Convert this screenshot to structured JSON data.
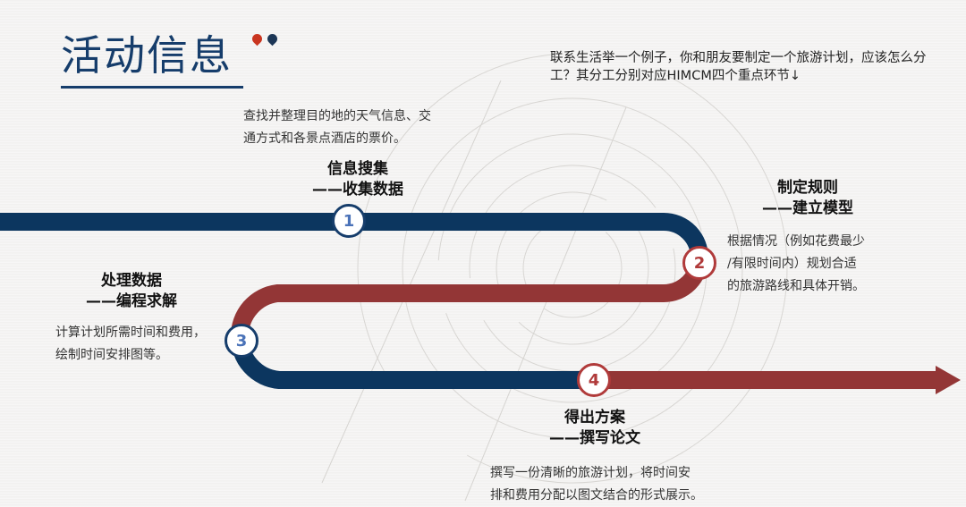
{
  "header": {
    "title": "活动信息",
    "intro": "联系生活举一个例子，你和朋友要制定一个旅游计划，应该怎么分工？其分工分别对应HIMCM四个重点环节↓"
  },
  "colors": {
    "navy": "#0c365f",
    "red": "#933636",
    "title": "#163d6b",
    "dot_red": "#c9351f",
    "dot_navy": "#1c3656"
  },
  "steps": [
    {
      "number": "1",
      "title_line1": "信息搜集",
      "title_line2": "——收集数据",
      "description": "查找并整理目的地的天气信息、交通方式和各景点酒店的票价。"
    },
    {
      "number": "2",
      "title_line1": "制定规则",
      "title_line2": "——建立模型",
      "description_lines": [
        "根据情况（例如花费最少",
        "/有限时间内）规划合适",
        "的旅游路线和具体开销。"
      ]
    },
    {
      "number": "3",
      "title_line1": "处理数据",
      "title_line2": "——编程求解",
      "description_lines": [
        "计算计划所需时间和费用，",
        "绘制时间安排图等。"
      ]
    },
    {
      "number": "4",
      "title_line1": "得出方案",
      "title_line2": "——撰写论文",
      "description_lines": [
        "撰写一份清晰的旅游计划，将时间安",
        "排和费用分配以图文结合的形式展示。"
      ]
    }
  ],
  "step1_desc_lines": [
    "查找并整理目的地的天气信息、交",
    "通方式和各景点酒店的票价。"
  ]
}
